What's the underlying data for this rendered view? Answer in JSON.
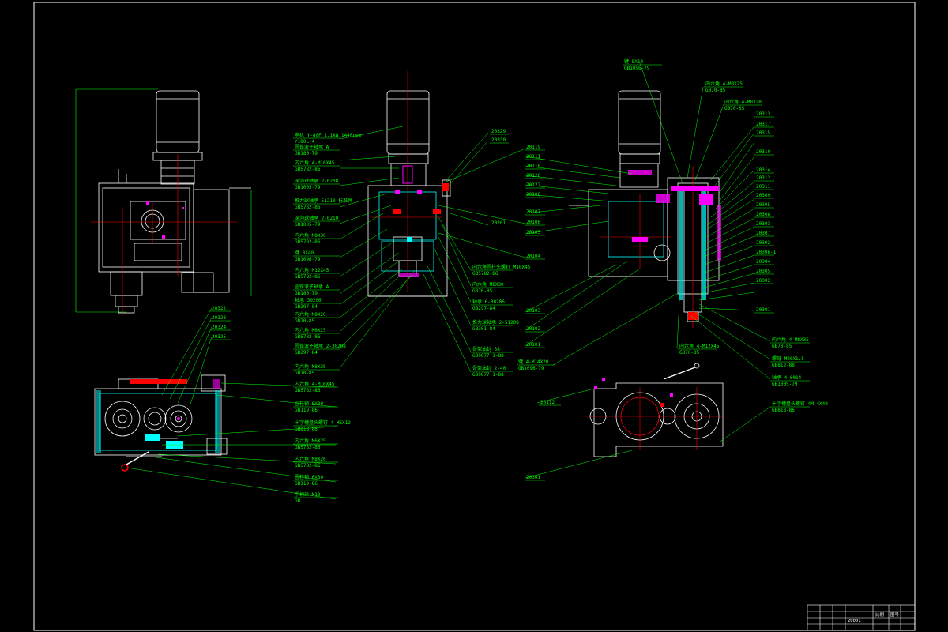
{
  "colors": {
    "background": "#000000",
    "frame": "#ffffff",
    "leader": "#00ff00",
    "center_line": "#ff0000",
    "section": "#00ffff",
    "part": "#ffffff",
    "accent_magenta": "#ff00ff",
    "accent_red": "#ff0000"
  },
  "part_numbers": {
    "top_left": [
      "20329",
      "20330"
    ],
    "left_block": [
      "20119",
      "20111",
      "20118",
      "20120",
      "20122",
      "20108",
      "20107",
      "20106",
      "20105",
      "20104",
      "20103",
      "20102",
      "20101"
    ],
    "middle_single": "20201",
    "right_block": [
      "20313",
      "20317",
      "20315",
      "20310",
      "20314",
      "20312",
      "20311",
      "20309",
      "20305",
      "20308",
      "20303",
      "20307",
      "20302",
      "20306-1",
      "20304",
      "20305",
      "20302",
      "20301"
    ],
    "side_view_left": [
      "20322",
      "20323",
      "20324",
      "20325"
    ],
    "bottom_right_left": "20112",
    "bottom_right_lower": "20301"
  },
  "center_labels": [
    {
      "t1": "电机 Y-80F 1.1kW 1440rpm",
      "t2": "Y180L-4"
    },
    {
      "t1": "圆锥滚子轴承 A",
      "t2": "GB180-79"
    },
    {
      "t1": "内六角 4-M16X45",
      "t2": "GB5782-86"
    },
    {
      "t1": "深沟球轴承 2-6208",
      "t2": "GB1005-79"
    },
    {
      "t1": "推力球轴承 51210 标准件",
      "t2": "GB5782-86"
    },
    {
      "t1": "深沟球轴承 2-6210",
      "t2": "GB1005-79"
    },
    {
      "t1": "内六角 M8X30",
      "t2": "GB5782-86"
    },
    {
      "t1": "键 8X40",
      "t2": "GB1096-79"
    },
    {
      "t1": "内六角 M12X45",
      "t2": "GB5782-86"
    },
    {
      "t1": "圆锥滚子轴承 A",
      "t2": "GB180-79"
    },
    {
      "t1": "轴承 30206",
      "t2": "GB297-84"
    },
    {
      "t1": "内六角 M8X20",
      "t2": "GB70-85"
    },
    {
      "t1": "内六角 M6X25",
      "t2": "GB5782-86"
    },
    {
      "t1": "圆锥滚子轴承 2-30208",
      "t2": "GB297-84"
    },
    {
      "t1": "内六角 M8X25",
      "t2": "GB70-85"
    }
  ],
  "lower_labels": [
    {
      "t1": "内六角 4-M10X45",
      "t2": "GB5782-86"
    },
    {
      "t1": "圆柱销 6X30",
      "t2": "GB119-86"
    },
    {
      "t1": "十字槽盘头螺钉 4-M5X12",
      "t2": "GB818-86"
    },
    {
      "t1": "内六角 M6X25",
      "t2": "GB5782-86"
    },
    {
      "t1": "内六角 M8X20",
      "t2": "GB5782-86"
    },
    {
      "t1": "圆柱销 6X30",
      "t2": "GB119-86"
    },
    {
      "t1": "手柄球 M10",
      "t2": "GB"
    }
  ],
  "mid_right_labels": [
    {
      "t1": "内六角圆柱头螺钉 M10X45",
      "t2": "GB5782-86"
    },
    {
      "t1": "内六角 M8X30",
      "t2": "GB70-85"
    },
    {
      "t1": "轴承 6-30206",
      "t2": "GB297-84"
    },
    {
      "t1": "推力球轴承 2-51208",
      "t2": "GB301-84"
    },
    {
      "t1": "骨架油封 38",
      "t2": "GB9877.1-88"
    },
    {
      "t1": "骨架油封 2-40",
      "t2": "GB9877.1-88"
    },
    {
      "t1": "键 4-M14X20",
      "t2": "GB1096-79"
    }
  ],
  "right_view_labels": [
    {
      "t1": "键 8X10",
      "t2": "GB1096-79"
    },
    {
      "t1": "内六角 4-M8X25",
      "t2": "GB70-85"
    },
    {
      "t1": "内六角 4-M8X20",
      "t2": "GB70-85"
    },
    {
      "t1": "内六角 4-M12X45",
      "t2": "GB70-85"
    },
    {
      "t1": "内六角 4-M8X35",
      "t2": "GB70-85"
    },
    {
      "t1": "螺母 M20X1.5",
      "t2": "GB812-88"
    },
    {
      "t1": "轴承 4-6014",
      "t2": "GB1005-79"
    },
    {
      "t1": "十字槽盘头螺钉 4M-4X40",
      "t2": "GB818-86"
    }
  ],
  "title_block": {
    "drawing_no": "20001",
    "cell_a": "比例",
    "cell_b": "图号"
  }
}
